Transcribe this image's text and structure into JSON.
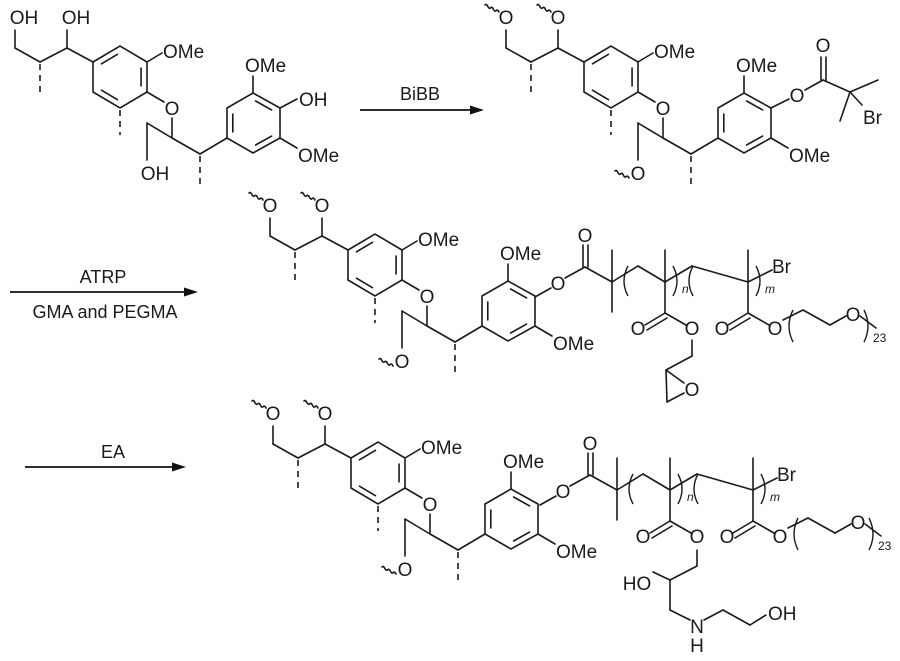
{
  "scheme": {
    "title_hidden": "",
    "molecules": [
      {
        "id": "lignin",
        "labels": {
          "o_top_left": "OH",
          "o_top_right": "OH",
          "ome_ring1": "OMe",
          "o_ether": "O",
          "o_bottom": "OH",
          "ome_ring2_top": "OMe",
          "ring2_sub": "OH",
          "ome_ring2_bottom": "OMe"
        }
      },
      {
        "id": "lignin-bibb",
        "labels": {
          "o_top_left": "O",
          "o_top_right": "O",
          "ome_ring1": "OMe",
          "o_ether": "O",
          "o_bottom": "O",
          "ome_ring2_top": "OMe",
          "ring2_sub": "O",
          "ome_ring2_bottom": "OMe",
          "carbonyl_o": "O",
          "br": "Br"
        }
      },
      {
        "id": "lignin-g-p(gma-co-pegma)",
        "labels": {
          "o_top_left": "O",
          "o_top_right": "O",
          "ome_ring1": "OMe",
          "o_ether": "O",
          "o_bottom": "O",
          "ome_ring2_top": "OMe",
          "ring2_sub": "O",
          "ome_ring2_bottom": "OMe",
          "carbonyl_o": "O",
          "br": "Br",
          "n": "n",
          "m": "m",
          "gma_co": "O",
          "gma_o": "O",
          "epoxide_o": "O",
          "peg_co": "O",
          "peg_o": "O",
          "peg_o2": "O",
          "peg_repeat": "23"
        }
      },
      {
        "id": "lignin-g-p(gma-ea-co-pegma)",
        "labels": {
          "o_top_left": "O",
          "o_top_right": "O",
          "ome_ring1": "OMe",
          "o_ether": "O",
          "o_bottom": "O",
          "ome_ring2_top": "OMe",
          "ring2_sub": "O",
          "ome_ring2_bottom": "OMe",
          "carbonyl_o": "O",
          "br": "Br",
          "n": "n",
          "m": "m",
          "gma_co": "O",
          "gma_o": "O",
          "ho": "HO",
          "nh_n": "N",
          "nh_h": "H",
          "oh": "OH",
          "peg_co": "O",
          "peg_o": "O",
          "peg_o2": "O",
          "peg_repeat": "23"
        }
      }
    ],
    "arrows": [
      {
        "id": "step1",
        "above": "BiBB",
        "below": ""
      },
      {
        "id": "step2",
        "above": "ATRP",
        "below": "GMA and PEGMA"
      },
      {
        "id": "step3",
        "above": "EA",
        "below": ""
      }
    ],
    "colors": {
      "ink": "#1a1a1a",
      "background": "#ffffff"
    }
  }
}
